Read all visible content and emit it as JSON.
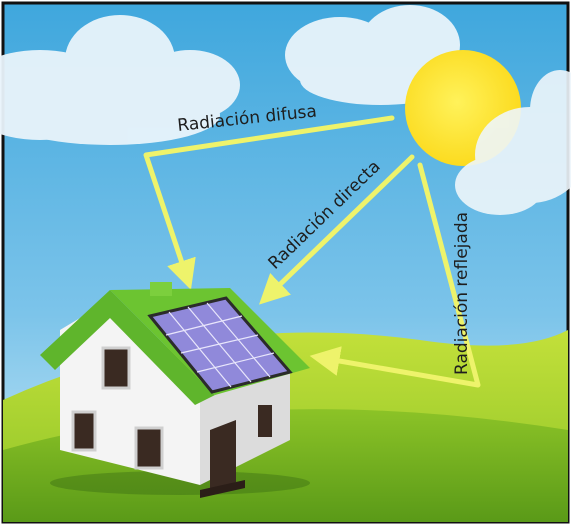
{
  "labels": {
    "diffuse": "Radiación difusa",
    "direct": "Radiación directa",
    "reflected": "Radiación reflejada"
  },
  "colors": {
    "sky_top": "#3fa7dd",
    "sky_bottom": "#bfe3f4",
    "grass_light": "#b5d933",
    "grass_dark": "#78b51e",
    "sun": "#fde428",
    "arrow": "#eef36b",
    "roof": "#6cc431",
    "wall": "#f4f4f4",
    "panel": "#8b82d6"
  },
  "icons": {
    "sun": "sun-icon",
    "house": "house-icon",
    "solar_panel": "solar-panel-icon"
  }
}
